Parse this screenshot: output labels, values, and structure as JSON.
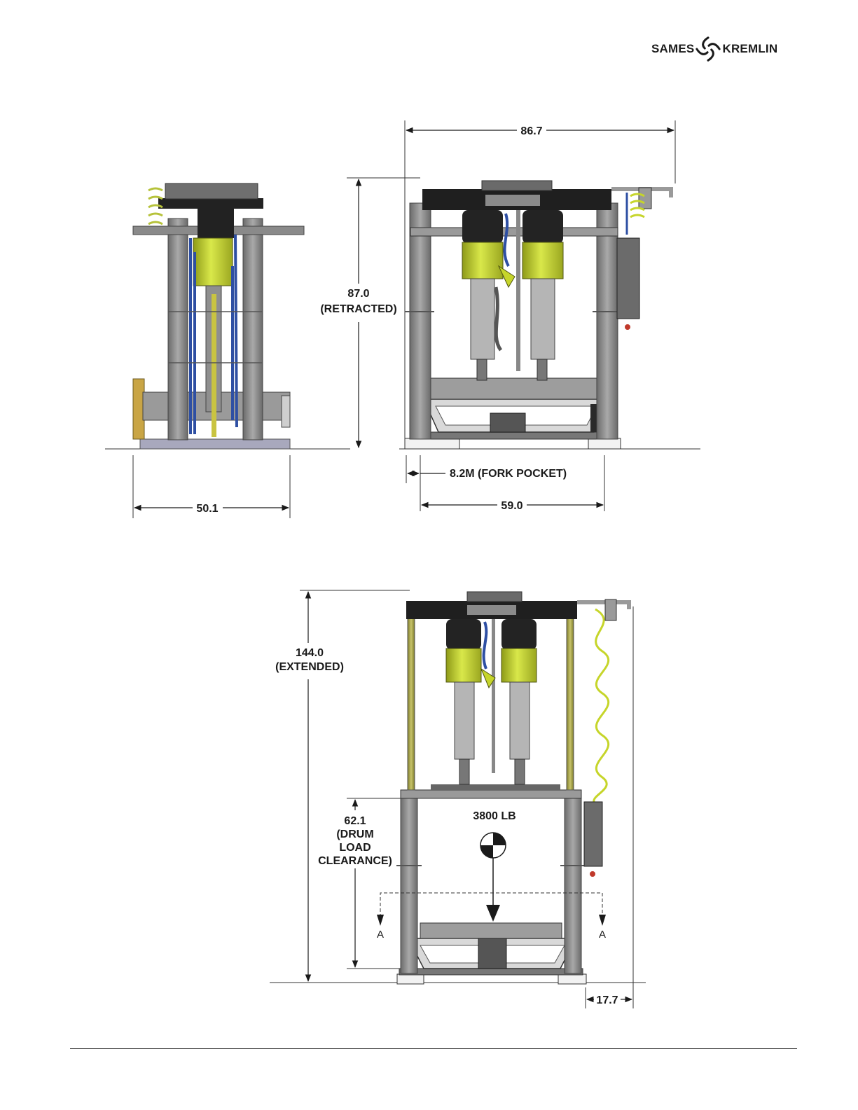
{
  "brand": {
    "left_word": "SAMES",
    "right_word": "KREMLIN",
    "mark_icon": "swirl-logo-icon",
    "color": "#1b1b1b"
  },
  "dimensions": {
    "top_width": "86.7",
    "height_retracted_value": "87.0",
    "height_retracted_note": "(RETRACTED)",
    "side_width": "50.1",
    "fork_pocket": "8.2M (FORK POCKET)",
    "front_base_width": "59.0",
    "height_extended_value": "144.0",
    "height_extended_note": "(EXTENDED)",
    "drum_clearance_value": "62.1",
    "drum_clearance_line1": "(DRUM",
    "drum_clearance_line2": "LOAD",
    "drum_clearance_line3": "CLEARANCE)",
    "weight": "3800 LB",
    "rear_offset": "17.7",
    "section_left": "A",
    "section_right": "A"
  },
  "colors": {
    "frame": "#8c8c8c",
    "frame_dark": "#5f5f5f",
    "beam": "#1f1f1f",
    "pump_green": "#c6d52a",
    "hose_blue": "#2e4fa3",
    "olive": "#a5a24a",
    "base": "#a8a8b8",
    "bracket": "#c9a545"
  }
}
